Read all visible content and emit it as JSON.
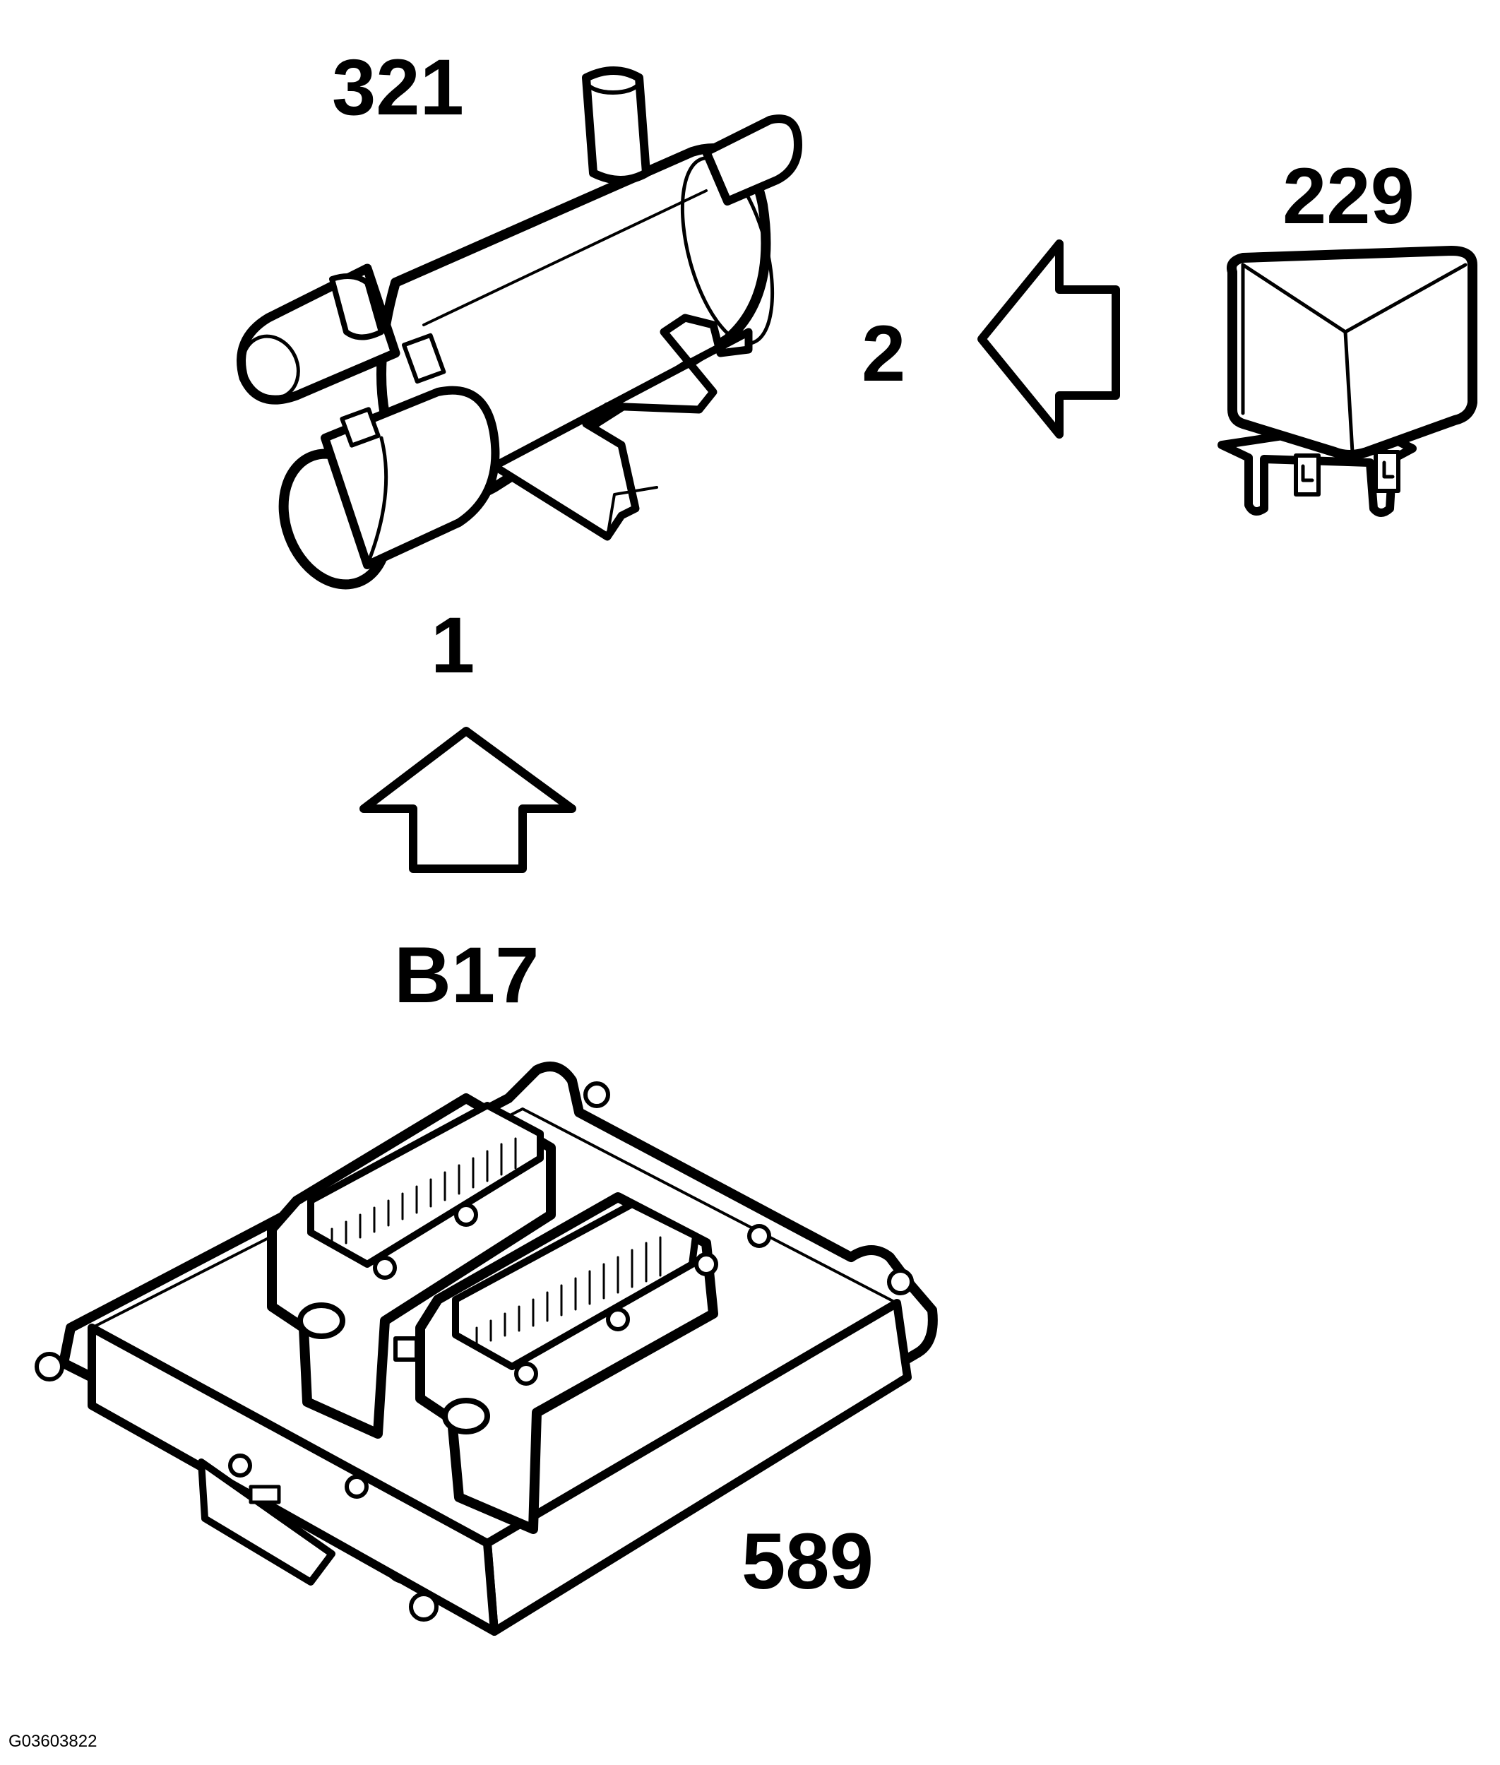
{
  "labels": {
    "valve": "321",
    "relay": "229",
    "ecu": "589",
    "connector": "B17",
    "step1": "1",
    "step2": "2"
  },
  "figure_code": "G03603822",
  "colors": {
    "line": "#000000",
    "background": "#ffffff"
  }
}
